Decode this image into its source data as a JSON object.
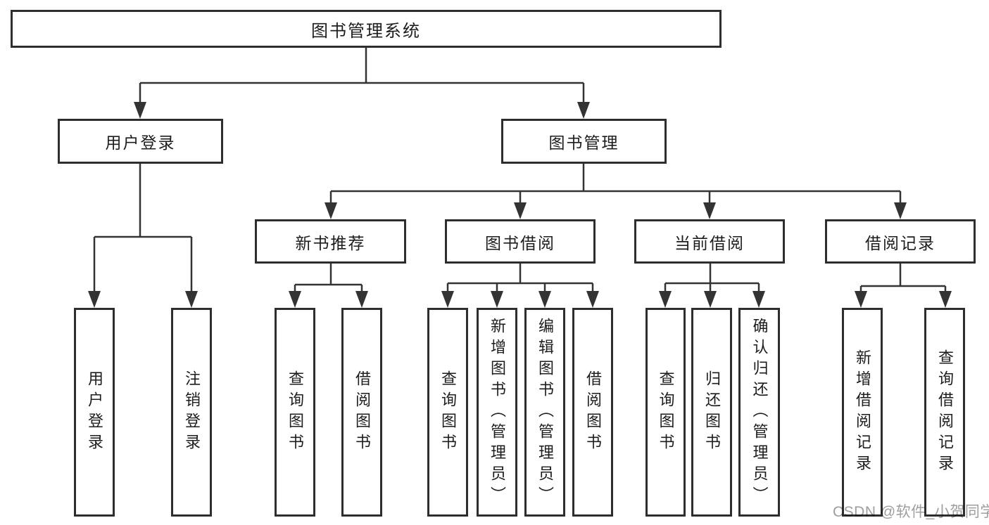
{
  "diagram_title": "图书管理系统",
  "tree": {
    "label": "图书管理系统",
    "children": [
      {
        "label": "用户登录",
        "children": [
          {
            "label": "用户登录"
          },
          {
            "label": "注销登录"
          }
        ]
      },
      {
        "label": "图书管理",
        "children": [
          {
            "label": "新书推荐",
            "children": [
              {
                "label": "查询图书"
              },
              {
                "label": "借阅图书"
              }
            ]
          },
          {
            "label": "图书借阅",
            "children": [
              {
                "label": "查询图书"
              },
              {
                "label": "新增图书（管理员）"
              },
              {
                "label": "编辑图书（管理员）"
              },
              {
                "label": "借阅图书"
              }
            ]
          },
          {
            "label": "当前借阅",
            "children": [
              {
                "label": "查询图书"
              },
              {
                "label": "归还图书"
              },
              {
                "label": "确认归还（管理员）"
              }
            ]
          },
          {
            "label": "借阅记录",
            "children": [
              {
                "label": "新增借阅记录"
              },
              {
                "label": "查询借阅记录"
              }
            ]
          }
        ]
      }
    ]
  },
  "watermark": {
    "text": "CSDN @软件_小贺同学"
  },
  "colors": {
    "line": "#333333",
    "border": "#2e2e2e",
    "text": "#1d1d1d",
    "watermark": "#9e9e9e",
    "background": "#ffffff"
  }
}
